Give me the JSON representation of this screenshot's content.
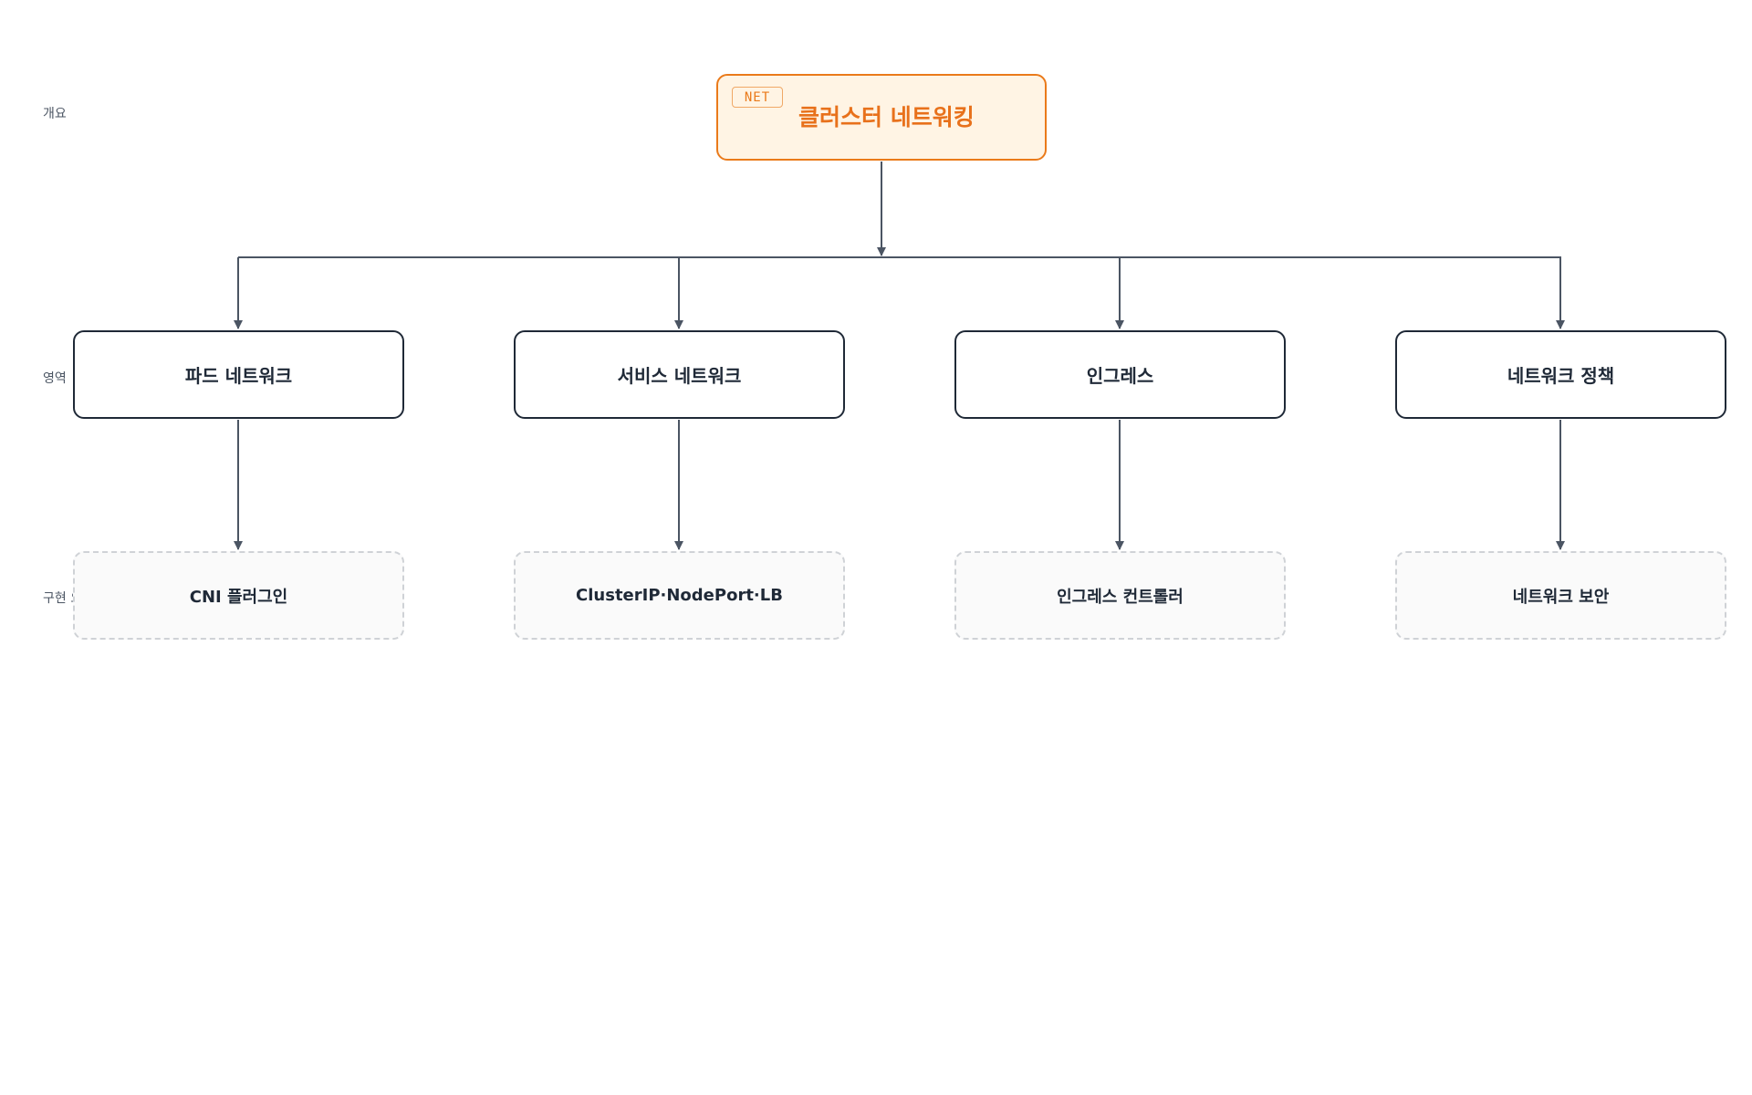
{
  "row_labels": {
    "overview": "개요",
    "area": "영역",
    "implementation": "구현 요소"
  },
  "root": {
    "badge": "NET",
    "title": "클러스터 네트워킹"
  },
  "areas": [
    {
      "label": "파드 네트워크"
    },
    {
      "label": "서비스 네트워크"
    },
    {
      "label": "인그레스"
    },
    {
      "label": "네트워크 정책"
    }
  ],
  "implementations": [
    {
      "label": "CNI 플러그인"
    },
    {
      "label": "ClusterIP·NodePort·LB"
    },
    {
      "label": "인그레스 컨트롤러"
    },
    {
      "label": "네트워크 보안"
    }
  ],
  "colors": {
    "root_border": "#ea7a1a",
    "root_fill": "#fff4e4",
    "root_text": "#e8711b",
    "area_border": "#1f2937",
    "impl_border": "#cfd2d6",
    "connector": "#4b5563"
  }
}
